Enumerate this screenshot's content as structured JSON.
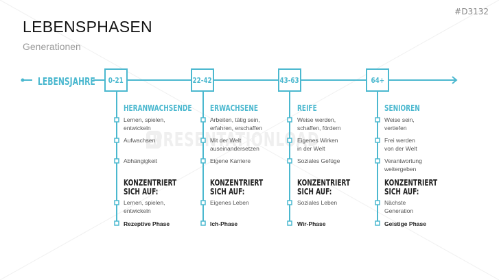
{
  "header": {
    "title": "LEBENSPHASEN",
    "subtitle": "Generationen",
    "code": "#D3132"
  },
  "watermark": "PRESENTATIONLOAD",
  "timeline": {
    "label": "LEBENSJAHRE",
    "accent": "#4bb8cf",
    "phases": [
      {
        "age": "0-21",
        "title": "HERANWACHSENDE",
        "items": [
          "Lernen, spielen,\nentwickeln",
          "Aufwachsen",
          "Abhängigkeit"
        ],
        "focus_label": "KONZENTRIERT\nSICH AUF:",
        "focus": "Lernen, spielen,\nentwickeln",
        "phase_name": "Rezeptive Phase"
      },
      {
        "age": "22-42",
        "title": "ERWACHSENE",
        "items": [
          "Arbeiten, tätig sein,\nerfahren, erschaffen",
          "Mit der Welt\nauseinandersetzen",
          "Eigene Karriere"
        ],
        "focus_label": "KONZENTRIERT\nSICH AUF:",
        "focus": "Eigenes Leben",
        "phase_name": "Ich-Phase"
      },
      {
        "age": "43-63",
        "title": "REIFE",
        "items": [
          "Weise werden,\nschaffen, fördern",
          "Eigenes Wirken\nin der Welt",
          "Soziales Gefüge"
        ],
        "focus_label": "KONZENTRIERT\nSICH AUF:",
        "focus": "Soziales Leben",
        "phase_name": "Wir-Phase"
      },
      {
        "age": "64+",
        "title": "SENIOREN",
        "items": [
          "Weise sein,\nvertiefen",
          "Frei werden\nvon der Welt",
          "Verantwortung\nweitergeben"
        ],
        "focus_label": "KONZENTRIERT\nSICH AUF:",
        "focus": "Nächste\nGeneration",
        "phase_name": "Geistige Phase"
      }
    ]
  }
}
